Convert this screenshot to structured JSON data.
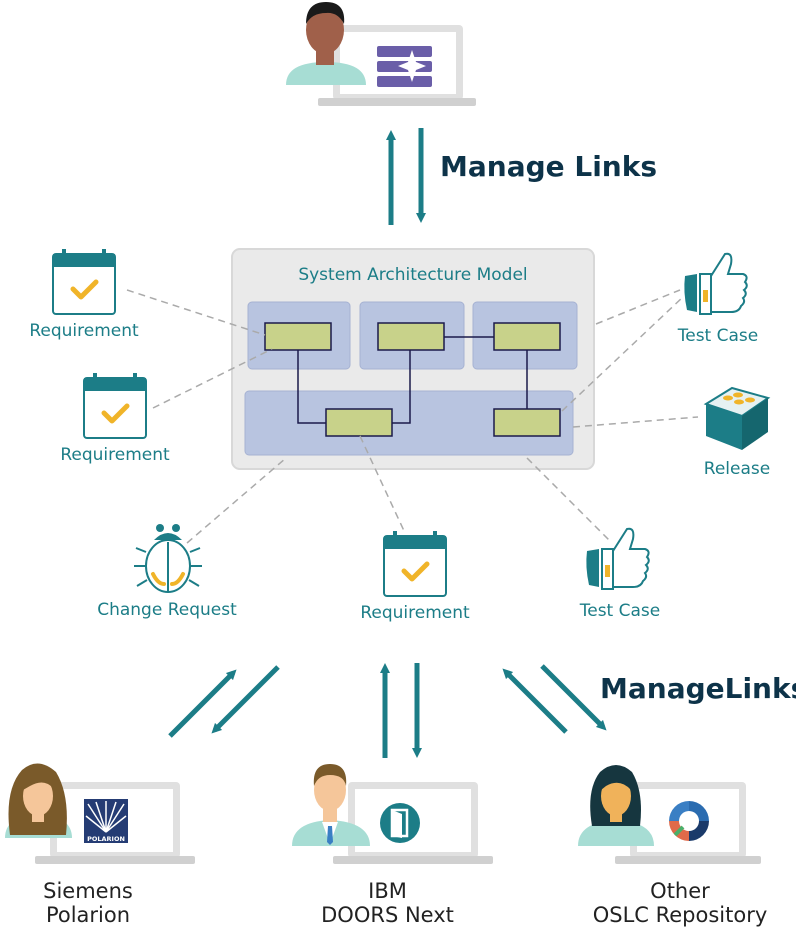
{
  "header": {
    "manage_links_label": "Manage Links"
  },
  "model": {
    "title": "System Architecture Model"
  },
  "artifacts": {
    "requirement_1": "Requirement",
    "requirement_2": "Requirement",
    "requirement_3": "Requirement",
    "test_case_1": "Test Case",
    "test_case_2": "Test Case",
    "release": "Release",
    "change_request": "Change Request"
  },
  "bottom": {
    "manage_links_label": "ManageLinks"
  },
  "tools": {
    "polarion": {
      "line1": "Siemens",
      "line2": "Polarion",
      "logo_text": "POLARION"
    },
    "doors": {
      "line1": "IBM",
      "line2": "DOORS Next"
    },
    "oslc": {
      "line1": "Other",
      "line2": "OSLC Repository"
    }
  },
  "colors": {
    "teal": "#1c7d87",
    "navy": "#0d3349",
    "block_fill": "#b8c4e0",
    "component_fill": "#c8d28a",
    "model_bg": "#eaeaea",
    "check": "#f0b429"
  }
}
